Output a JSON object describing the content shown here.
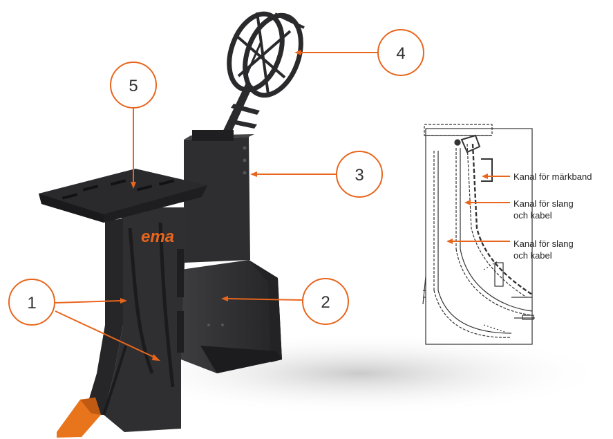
{
  "colors": {
    "accent": "#e8651c",
    "machine_dark": "#2a2a2c",
    "machine_mid": "#3a3a3d",
    "tip_orange": "#e8741c",
    "outline": "#1a1a1a"
  },
  "callouts": [
    {
      "number": "1"
    },
    {
      "number": "2"
    },
    {
      "number": "3"
    },
    {
      "number": "4"
    },
    {
      "number": "5"
    }
  ],
  "brand_logo": "ema",
  "schematic": {
    "captions": [
      {
        "text": "Kanal för märkband"
      },
      {
        "text": "Kanal för slang\noch kabel"
      },
      {
        "text": "Kanal för slang\noch kabel"
      }
    ]
  }
}
